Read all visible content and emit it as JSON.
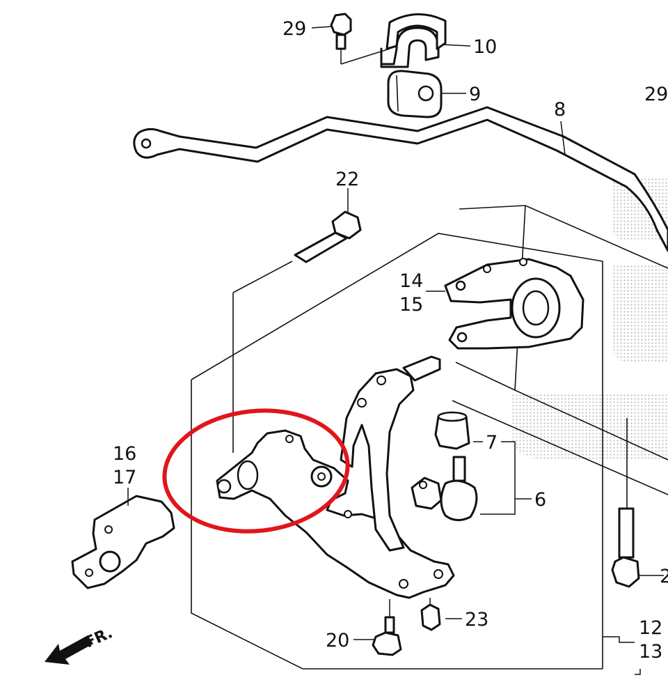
{
  "callouts": {
    "c29a": "29",
    "c10": "10",
    "c9": "9",
    "c29b": "29",
    "c8": "8",
    "c22": "22",
    "c14": "14",
    "c15": "15",
    "c16": "16",
    "c17": "17",
    "c7": "7",
    "c6": "6",
    "c2x": "2",
    "c12": "12",
    "c13": "13",
    "c23": "23",
    "c20": "20"
  },
  "direction_label": "FR.",
  "colors": {
    "line": "#111111",
    "highlight_circle": "#e0161b",
    "watermark": "#bdbdbd"
  },
  "icons": {
    "front_arrow": "arrow-left-down-icon"
  }
}
